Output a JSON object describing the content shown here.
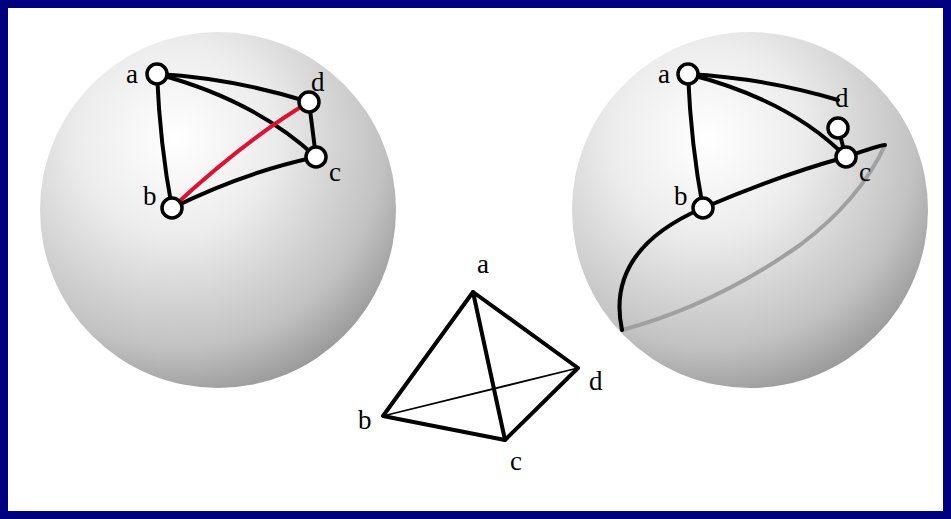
{
  "diagram": {
    "labels": [
      "a",
      "d",
      "c",
      "b",
      "a",
      "b",
      "c",
      "d",
      "a",
      "d",
      "c",
      "b"
    ]
  }
}
